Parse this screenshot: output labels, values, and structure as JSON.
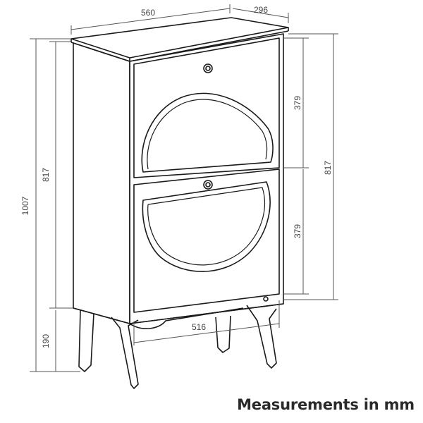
{
  "dimensions": {
    "width_total": "560",
    "depth": "296",
    "height_total": "1007",
    "height_cabinet_left": "817",
    "height_cabinet_right": "817",
    "door_top_height": "379",
    "door_bottom_height": "379",
    "leg_height": "190",
    "inner_width": "516"
  },
  "caption": "Measurements in mm",
  "colors": {
    "line": "#1a1a1a",
    "dimension_line": "#555555",
    "background": "#ffffff"
  }
}
